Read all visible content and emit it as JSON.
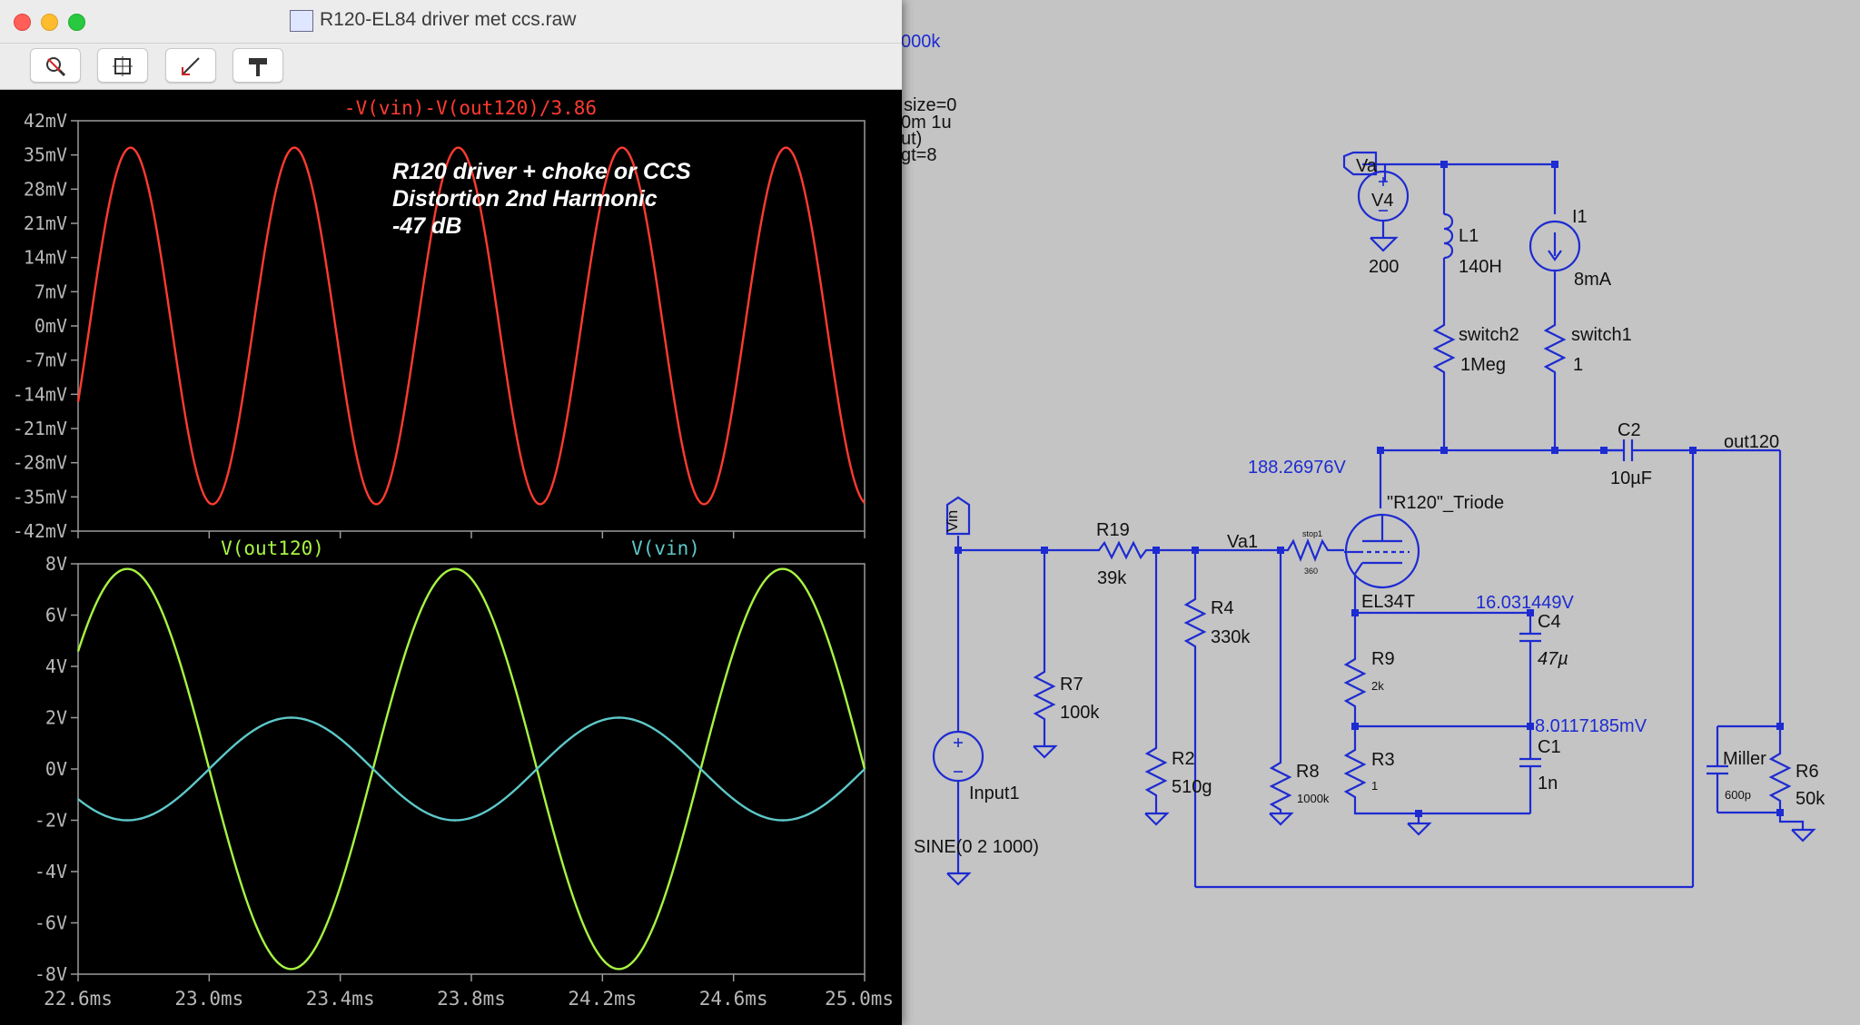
{
  "window": {
    "title": "R120-EL84 driver met ccs.raw"
  },
  "toolbar": {
    "buttons": [
      {
        "name": "zoom-cancel-icon"
      },
      {
        "name": "autorange-icon"
      },
      {
        "name": "cursor-icon"
      },
      {
        "name": "hammer-icon"
      }
    ]
  },
  "overlay_text": {
    "line1": "R120 driver + choke or CCS",
    "line2": "Distortion 2nd Harmonic",
    "line3": "-47 dB"
  },
  "chart_data": [
    {
      "type": "line",
      "title": "-V(vin)-V(out120)/3.86",
      "x_ticks": [
        "22.6ms",
        "23.0ms",
        "23.4ms",
        "23.8ms",
        "24.2ms",
        "24.6ms",
        "25.0ms"
      ],
      "xlim": [
        22.6,
        25.0
      ],
      "ylim": [
        -42,
        42
      ],
      "y_ticks": [
        "42mV",
        "35mV",
        "28mV",
        "21mV",
        "14mV",
        "7mV",
        "0mV",
        "-7mV",
        "-14mV",
        "-21mV",
        "-28mV",
        "-35mV",
        "-42mV"
      ],
      "series": [
        {
          "name": "-V(vin)-V(out120)/3.86",
          "color": "#ff3b30",
          "amplitude": 36.5,
          "offset": 0,
          "period_ms": 0.5,
          "peak_at_ms": 22.76
        }
      ]
    },
    {
      "type": "line",
      "x_ticks": [
        "22.6ms",
        "23.0ms",
        "23.4ms",
        "23.8ms",
        "24.2ms",
        "24.6ms",
        "25.0ms"
      ],
      "xlim": [
        22.6,
        25.0
      ],
      "ylim": [
        -8,
        8
      ],
      "y_ticks": [
        "8V",
        "6V",
        "4V",
        "2V",
        "0V",
        "-2V",
        "-4V",
        "-6V",
        "-8V"
      ],
      "series": [
        {
          "name": "V(out120)",
          "color": "#a7f542",
          "amplitude": 7.8,
          "offset": 0,
          "period_ms": 1.0,
          "peak_at_ms": 22.75
        },
        {
          "name": "V(vin)",
          "color": "#5ec8c8",
          "amplitude": 2.0,
          "offset": 0,
          "period_ms": 1.0,
          "peak_at_ms": 23.25
        }
      ]
    }
  ],
  "schematic": {
    "color": "#1d2bd1",
    "labels": {
      "topfrag1": "000k",
      "topfrag2": "size=0",
      "topfrag3": "0m 1u",
      "topfrag4": "ut)",
      "topfrag5": "gt=8",
      "va_flag": "Va",
      "v4": "V4",
      "v4_val": "200",
      "l1": "L1",
      "l1_val": "140H",
      "i1": "I1",
      "i1_val": "8mA",
      "switch2": "switch2",
      "switch2_val": "1Meg",
      "switch1": "switch1",
      "switch1_val": "1",
      "c2": "C2",
      "c2_val": "10µF",
      "out120": "out120",
      "plate_v": "188.26976V",
      "tube_name": "\"R120\"_Triode",
      "tube_model": "EL34T",
      "vin_flag": "Vin",
      "r19": "R19",
      "r19_val": "39k",
      "va1": "Va1",
      "stop1": "stop1",
      "stop1_val": "360",
      "r4": "R4",
      "r4_val": "330k",
      "r7": "R7",
      "r7_val": "100k",
      "r2": "R2",
      "r2_val": "510g",
      "r8": "R8",
      "r8_val": "1000k",
      "input1": "Input1",
      "sine": "SINE(0 2 1000)",
      "cathode_v": "16.031449V",
      "c4": "C4",
      "c4_val": "47µ",
      "r9": "R9",
      "r9_val": "2k",
      "mid_v": "8.0117185mV",
      "c1": "C1",
      "c1_val": "1n",
      "r3": "R3",
      "r3_val": "1",
      "miller": "Miller",
      "miller_val": "600p",
      "r6": "R6",
      "r6_val": "50k"
    }
  }
}
